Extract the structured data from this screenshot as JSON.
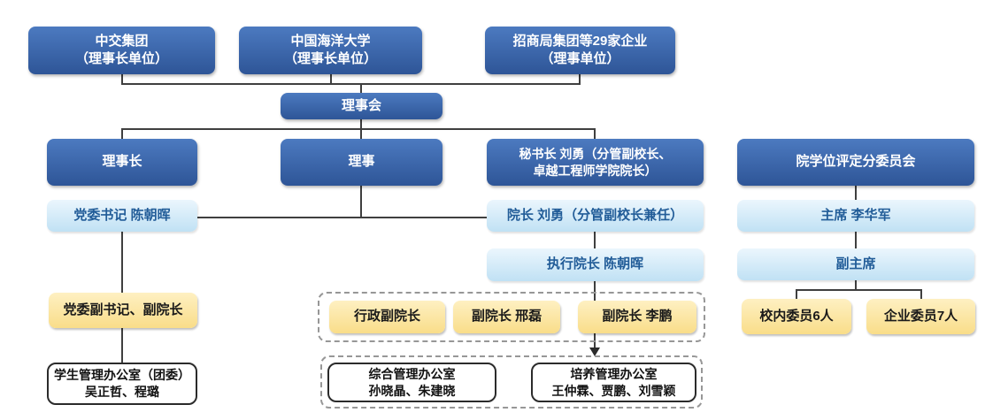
{
  "diagram": {
    "type": "org-chart",
    "background": "#ffffff"
  },
  "colors": {
    "dark_blue_top": "#4C7AC0",
    "dark_blue_bottom": "#2E5597",
    "light_blue_top": "#EBF6FD",
    "light_blue_bottom": "#C0E1F4",
    "light_blue_text": "#215C98",
    "yellow_top": "#FEF0C2",
    "yellow_bottom": "#F9DD89",
    "connector": "#3f3f3f",
    "white_box_border": "#2b2b2b",
    "dashed_border": "#979797"
  },
  "nodes": {
    "org1": {
      "line1": "中交集团",
      "line2": "（理事长单位）"
    },
    "org2": {
      "line1": "中国海洋大学",
      "line2": "（理事长单位）"
    },
    "org3": {
      "line1": "招商局集团等29家企业",
      "line2": "（理事单位）"
    },
    "council": {
      "label": "理事会"
    },
    "chairman": {
      "label": "理事长"
    },
    "director": {
      "label": "理事"
    },
    "secretary": {
      "line1": "秘书长 刘勇（分管副校长、",
      "line2": "卓越工程师学院院长）"
    },
    "degree_committee": {
      "label": "院学位评定分委员会"
    },
    "party_secretary": {
      "label": "党委书记 陈朝晖"
    },
    "dean": {
      "label": "院长 刘勇（分管副校长兼任）"
    },
    "committee_chair": {
      "label": "主席 李华军"
    },
    "exec_dean": {
      "label": "执行院长 陈朝晖"
    },
    "vice_chair": {
      "label": "副主席"
    },
    "deputy_party_secretary": {
      "label": "党委副书记、副院长"
    },
    "admin_vice_dean": {
      "label": "行政副院长"
    },
    "vice_dean_xing": {
      "label": "副院长 邢磊"
    },
    "vice_dean_li": {
      "label": "副院长 李鹏"
    },
    "campus_members": {
      "label": "校内委员6人"
    },
    "enterprise_members": {
      "label": "企业委员7人"
    },
    "student_office": {
      "line1": "学生管理办公室（团委）",
      "line2": "吴正哲、程璐"
    },
    "general_office": {
      "line1": "综合管理办公室",
      "line2": "孙晓晶、朱建晓"
    },
    "training_office": {
      "line1": "培养管理办公室",
      "line2": "王仲霖、贾鹏、刘雪颖"
    }
  }
}
